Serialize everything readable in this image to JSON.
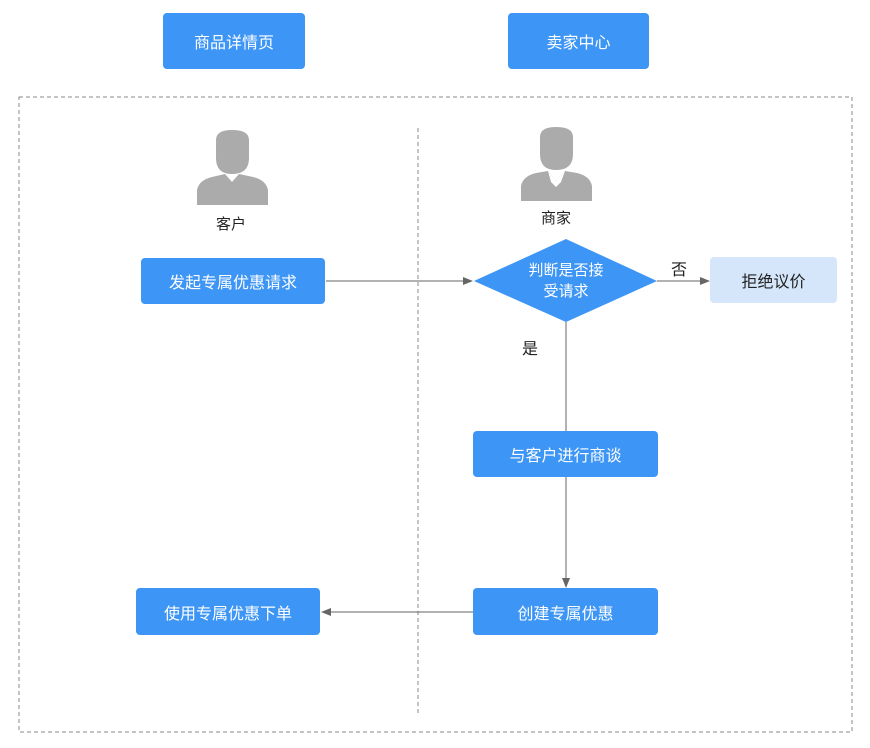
{
  "lanes": {
    "left_header": "商品详情页",
    "right_header": "卖家中心"
  },
  "actors": {
    "customer": "客户",
    "merchant": "商家"
  },
  "nodes": {
    "request": "发起专属优惠请求",
    "decision_line1": "判断是否接",
    "decision_line2": "受请求",
    "reject": "拒绝议价",
    "negotiate": "与客户进行商谈",
    "create": "创建专属优惠",
    "use": "使用专属优惠下单"
  },
  "edge_labels": {
    "no": "否",
    "yes": "是"
  },
  "colors": {
    "primary": "#3d95f6",
    "light": "#d5e6fa",
    "icon": "#ababab",
    "line": "#666666"
  }
}
